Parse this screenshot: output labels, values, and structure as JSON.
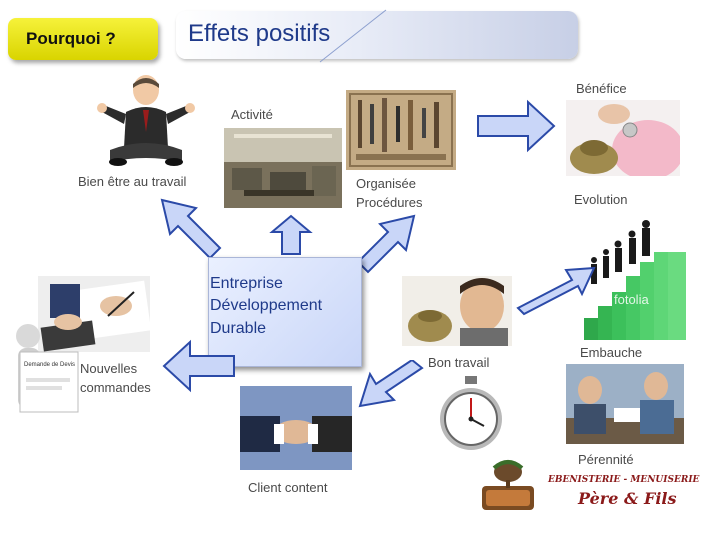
{
  "header": {
    "why_label": "Pourquoi ?",
    "title": "Effets positifs"
  },
  "center": {
    "line1": "Entreprise",
    "line2": "Développement",
    "line3": "Durable"
  },
  "labels": {
    "activite": "Activité",
    "bien_etre": "Bien être au travail",
    "organisee": "Organisée",
    "procedures": "Procédures",
    "benefice": "Bénéfice",
    "evolution": "Evolution",
    "nouvelles": "Nouvelles",
    "commandes": "commandes",
    "bon_travail": "Bon travail",
    "embauche": "Embauche",
    "client_content": "Client content",
    "perennite": "Pérennité",
    "devis_card": "Demande de Devis",
    "watermark": "fotolia",
    "logo_line1": "EBENISTERIE - MENUISERIE",
    "logo_line2": "Père & Fils"
  },
  "colors": {
    "title": "#1f3a8a",
    "button_yellow": "#e8e400",
    "arrow_fill": "#c9d6f8",
    "arrow_stroke": "#2b4aa8",
    "logo_red": "#8b1a1a"
  },
  "icons": [
    "meditation-figure",
    "stopwatch-icon",
    "wood-sign-logo"
  ]
}
